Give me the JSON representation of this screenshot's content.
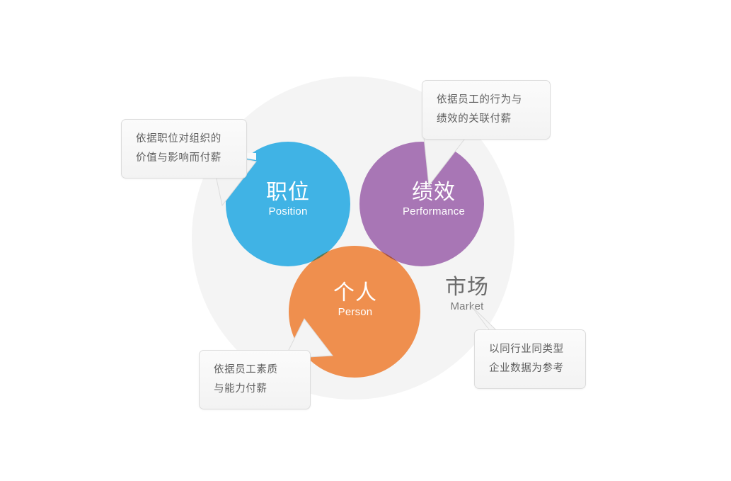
{
  "diagram": {
    "title_cn": "市场",
    "type": "venn-3-circle-with-outer-context"
  },
  "circles": [
    {
      "key": "position",
      "cn": "职位",
      "en": "Position",
      "color": "#40b3e5"
    },
    {
      "key": "performance",
      "cn": "绩效",
      "en": "Performance",
      "color": "#a876b5"
    },
    {
      "key": "person",
      "cn": "个人",
      "en": "Person",
      "color": "#ef8f4e"
    },
    {
      "key": "market",
      "cn": "市场",
      "en": "Market",
      "color": "#f4f4f4"
    }
  ],
  "callouts": [
    {
      "key": "position",
      "text": "依据职位对组织的\n价值与影响而付薪"
    },
    {
      "key": "performance",
      "text": "依据员工的行为与\n绩效的关联付薪"
    },
    {
      "key": "person",
      "text": "依据员工素质\n与能力付薪"
    },
    {
      "key": "market",
      "text": "以同行业同类型\n企业数据为参考"
    }
  ],
  "colors": {
    "background": "#ffffff",
    "outer_circle": "#f4f4f4",
    "blue": "#40b3e5",
    "purple": "#a876b5",
    "orange": "#ef8f4e",
    "blue_purple_overlap": "#2a5d9e",
    "blue_orange_overlap": "#4e7b5e",
    "purple_orange_overlap": "#a14f44",
    "center_overlap": "#2f3640",
    "callout_fill": "#f6f6f6",
    "callout_border": "#dcdcdc",
    "callout_text": "#5e5e5e",
    "market_label": "#6b6b6b"
  }
}
